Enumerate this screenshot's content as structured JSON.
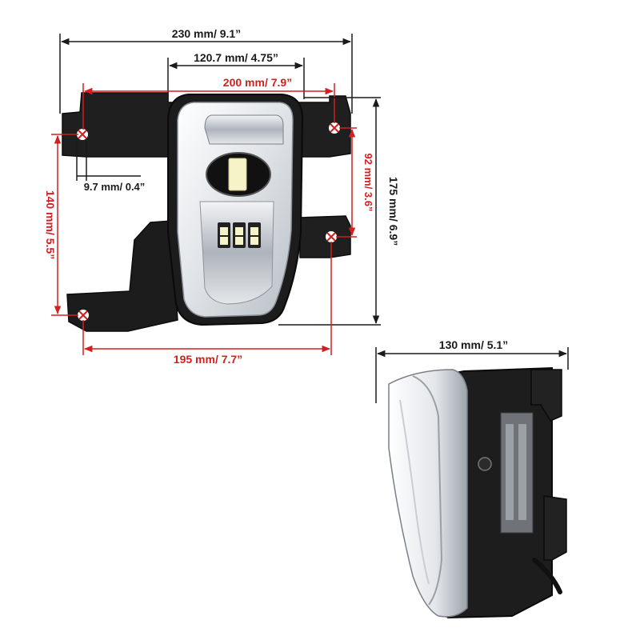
{
  "colors": {
    "dimension_black": "#1a1a1a",
    "dimension_red": "#d31f1f",
    "housing": "#1c1c1c",
    "lens": "#e9ecef",
    "chrome": "#c7ccd2",
    "led": "#f6f3c8"
  },
  "dimensions": {
    "overall_width": "230 mm/ 9.1”",
    "lens_width": "120.7 mm/ 4.75”",
    "top_hole_spacing": "200 mm/ 7.9”",
    "hole_offset": "9.7 mm/ 0.4”",
    "side_hole_spacing": "92 mm/ 3.6”",
    "overall_height": "175 mm/ 6.9”",
    "left_hole_spacing": "140 mm/ 5.5”",
    "bottom_hole_spacing": "195 mm/ 7.7”",
    "depth": "130 mm/ 5.1”"
  }
}
